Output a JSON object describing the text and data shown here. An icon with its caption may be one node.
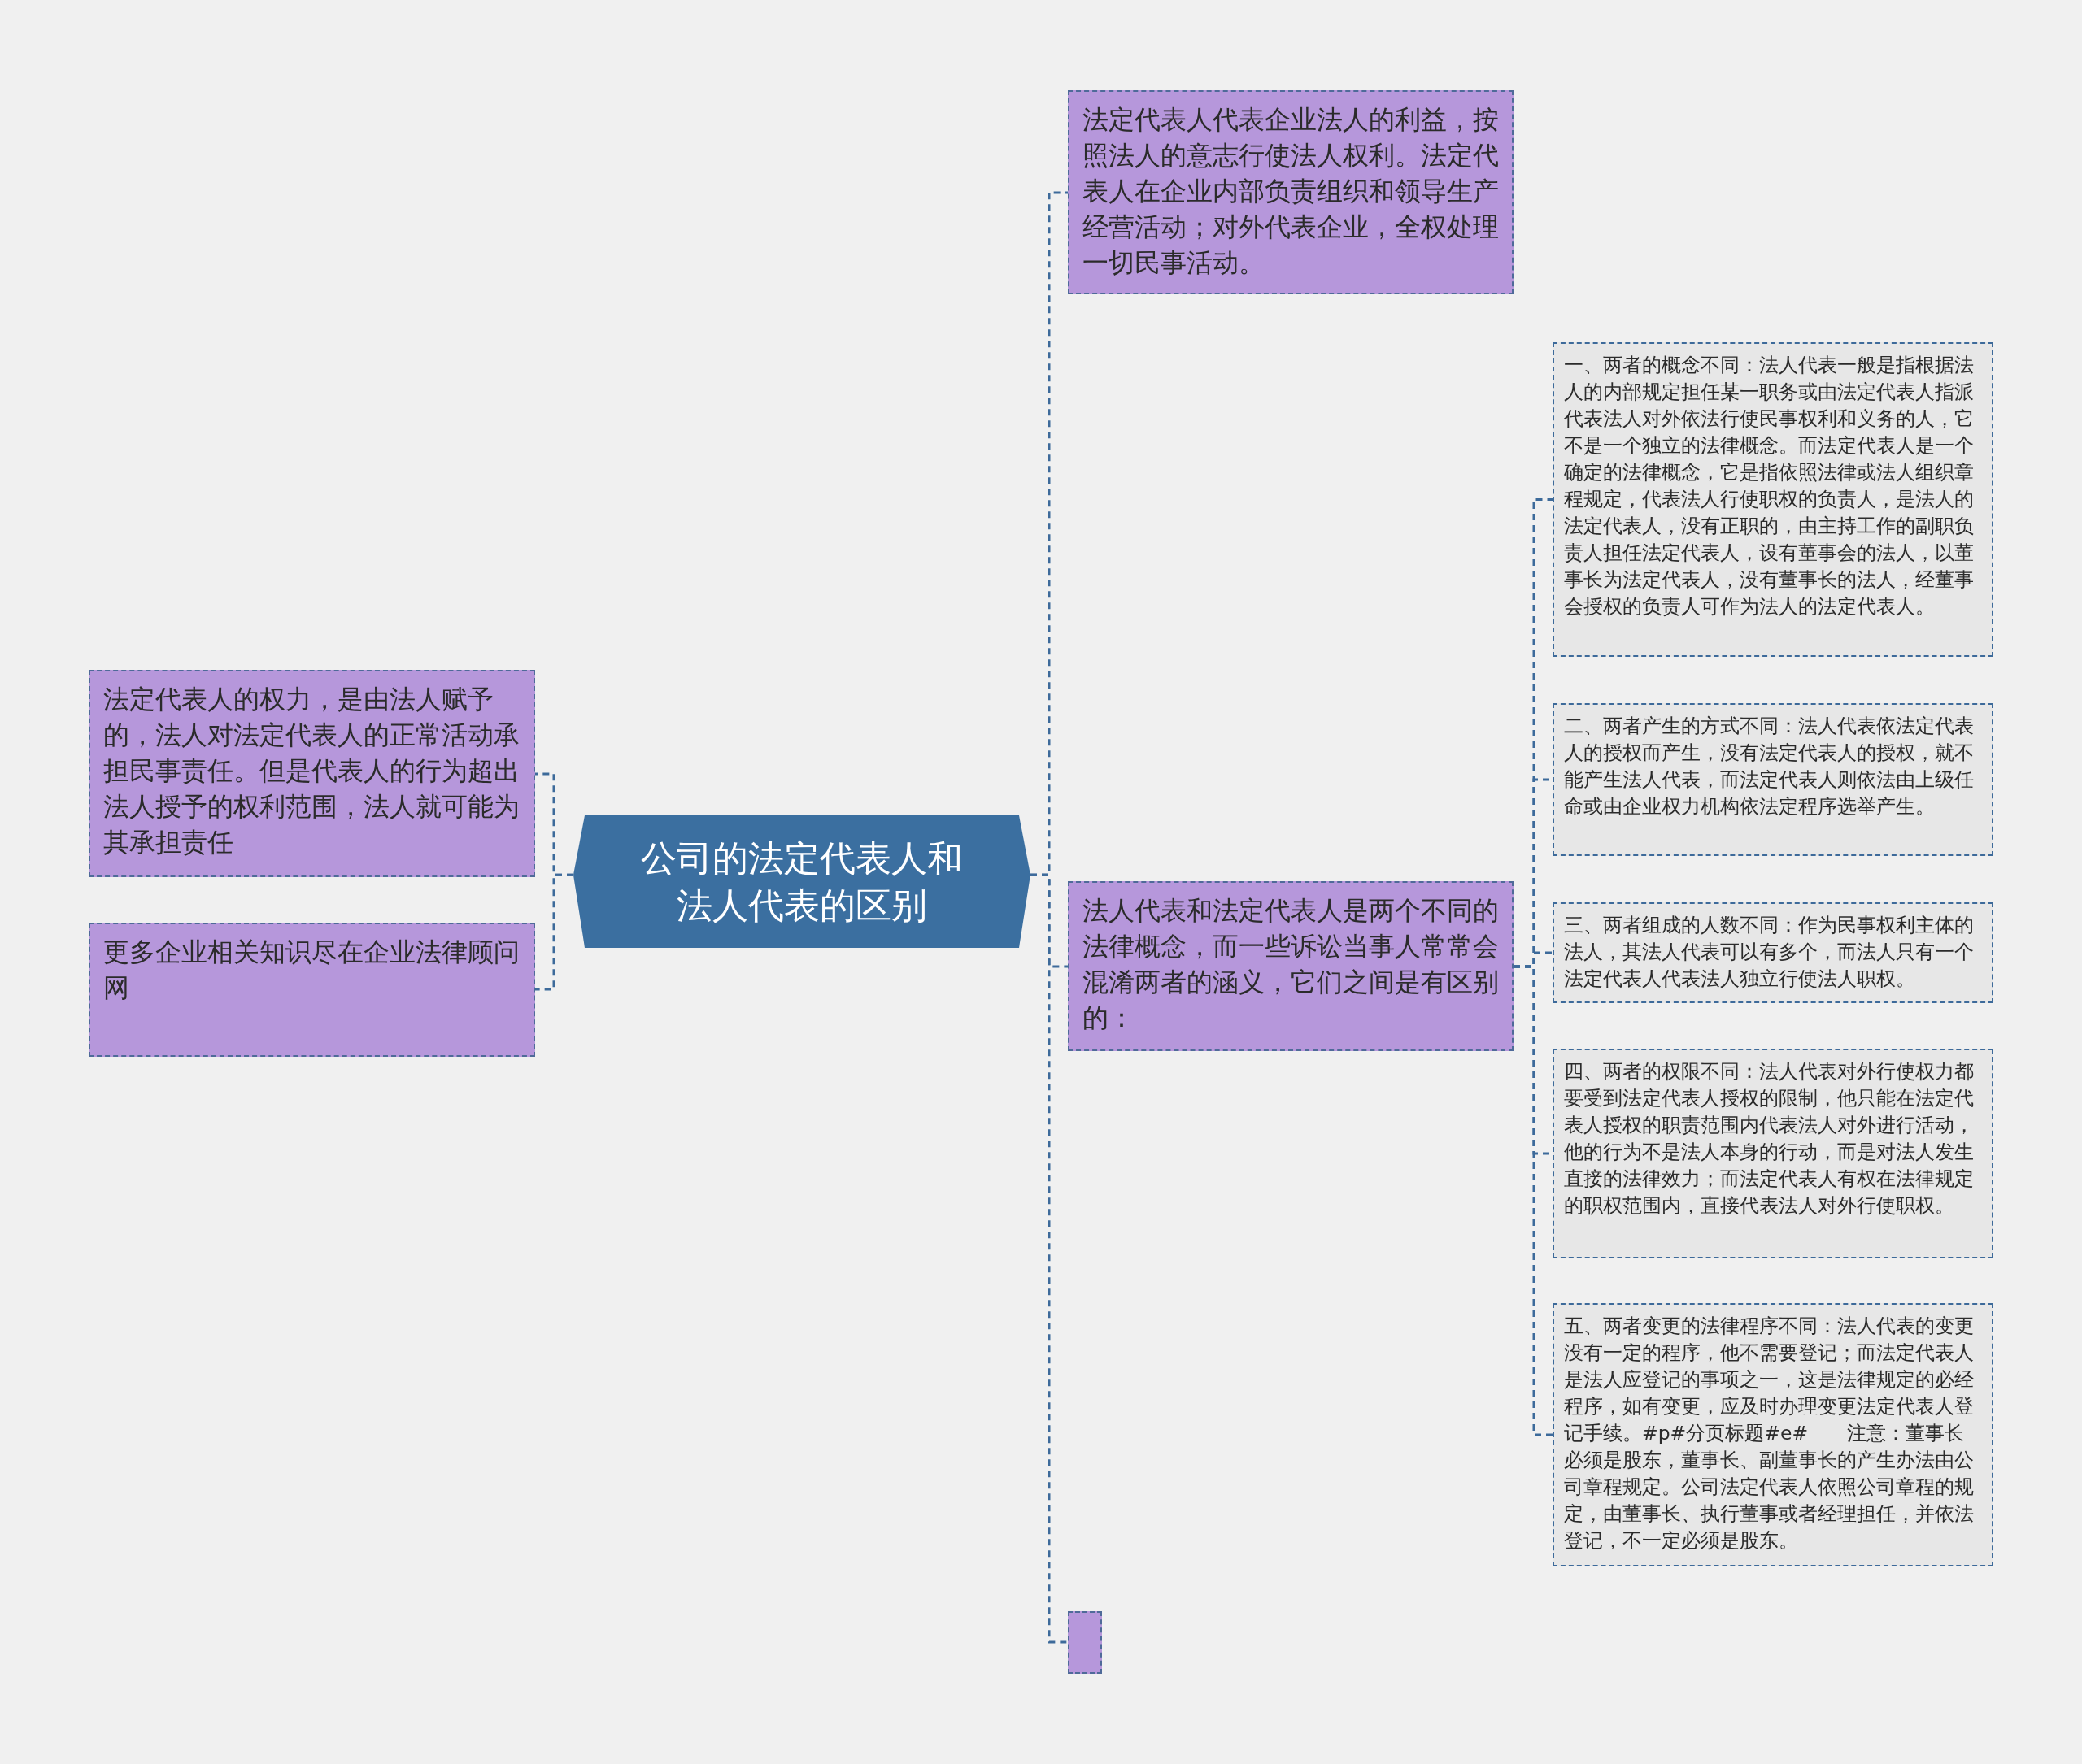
{
  "diagram": {
    "nodes": [
      {
        "text": [
          "公司的法定代表人和法人代表的区别"
        ]
      },
      {
        "text": [
          "法定代表人代表企业法人的利益，按照法人的意志行使法人权利。法定代表人在企业内部负责组织和领导生产经营活动；对外代表企业，全权处理一切民事活动。"
        ]
      },
      {
        "text": [
          "法人代表和法定代表人是两个不同的法律概念，而一些诉讼当事人常常会混淆两者的涵义，它们之间是有区别的："
        ]
      },
      {
        "text": [
          "一、两者的概念不同：法人代表一般是指根据法人的内部规定担任某一职务或由法定代表人指派代表法人对外依法行使民事权利和义务的人，它不是一个独立的法律概念。而法定代表人是一个确定的法律概念，它是指依照法律或法人组织章程规定，代表法人行使职权的负责人，是法人的法定代表人，没有正职的，由主持工作的副职负责人担任法定代表人，设有董事会的法人，以董事长为法定代表人，没有董事长的法人，经董事会授权的负责人可作为法人的法定代表人。"
        ]
      },
      {
        "text": [
          "二、两者产生的方式不同：法人代表依法定代表人的授权而产生，没有法定代表人的授权，就不能产生法人代表，而法定代表人则依法由上级任命或由企业权力机构依法定程序选举产生。"
        ]
      },
      {
        "text": [
          "三、两者组成的人数不同：作为民事权利主体的法人，其法人代表可以有多个，而法人只有一个法定代表人代表法人独立行使法人职权。"
        ]
      },
      {
        "text": [
          "四、两者的权限不同：法人代表对外行使权力都要受到法定代表人授权的限制，他只能在法定代表人授权的职责范围内代表法人对外进行活动，他的行为不是法人本身的行动，而是对法人发生直接的法律效力；而法定代表人有权在法律规定的职权范围内，直接代表法人对外行使职权。"
        ]
      },
      {
        "text": [
          "五、两者变更的法律程序不同：法人代表的变更没有一定的程序，他不需要登记；而法定代表人是法人应登记的事项之一，这是法律规定的必经程序，如有变更，应及时办理变更法定代表人登记手续。#p#分页标题#e#　　注意：董事长必须是股东，董事长、副董事长的产生办法由公司章程规定。公司法定代表人依照公司章程的规定，由董事长、执行董事或者经理担任，并依法登记，不一定必须是股东。"
        ]
      },
      {
        "text": [],
        "shape": "box"
      },
      {
        "text": [
          "法定代表人的权力，是由法人赋予的，法人对法定代表人的正常活动承担民事责任。但是代表人的行为超出法人授予的权利范围，法人就可能为其承担责任"
        ]
      },
      {
        "text": [
          "更多企业相关知识尽在企业法律顾问网"
        ]
      }
    ],
    "edges": [
      {
        "from": 0,
        "to": 1,
        "arrow": "none"
      },
      {
        "from": 0,
        "to": 2,
        "arrow": "none"
      },
      {
        "from": 0,
        "to": 8,
        "arrow": "none"
      },
      {
        "from": 0,
        "to": 9,
        "arrow": "none"
      },
      {
        "from": 0,
        "to": 10,
        "arrow": "none"
      },
      {
        "from": 2,
        "to": 3,
        "arrow": "none"
      },
      {
        "from": 2,
        "to": 4,
        "arrow": "none"
      },
      {
        "from": 2,
        "to": 5,
        "arrow": "none"
      },
      {
        "from": 2,
        "to": 6,
        "arrow": "none"
      },
      {
        "from": 2,
        "to": 7,
        "arrow": "none"
      }
    ]
  }
}
